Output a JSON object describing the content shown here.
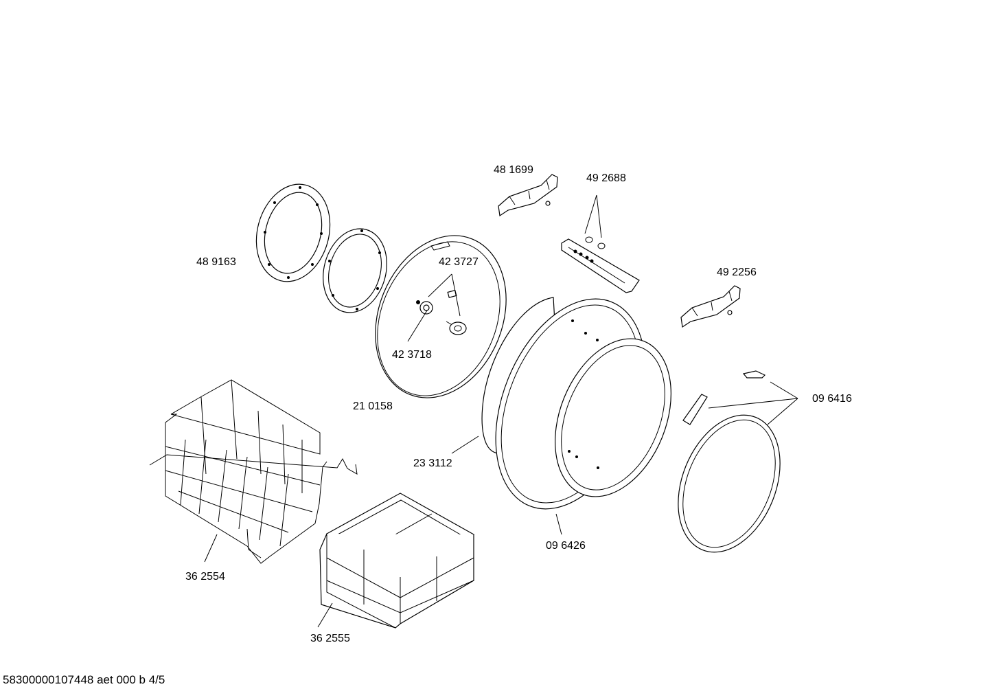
{
  "diagram": {
    "footer_code": "58300000107448 aet 000 b 4/5",
    "parts": [
      {
        "id": "48-1699",
        "label": "48 1699"
      },
      {
        "id": "49-2688",
        "label": "49 2688"
      },
      {
        "id": "48-9163",
        "label": "48 9163"
      },
      {
        "id": "42-3727",
        "label": "42 3727"
      },
      {
        "id": "49-2256",
        "label": "49 2256"
      },
      {
        "id": "42-3718",
        "label": "42 3718"
      },
      {
        "id": "09-6416",
        "label": "09 6416"
      },
      {
        "id": "21-0158",
        "label": "21 0158"
      },
      {
        "id": "23-3112",
        "label": "23 3112"
      },
      {
        "id": "09-6426",
        "label": "09 6426"
      },
      {
        "id": "36-2554",
        "label": "36 2554"
      },
      {
        "id": "36-2555",
        "label": "36 2555"
      }
    ]
  }
}
